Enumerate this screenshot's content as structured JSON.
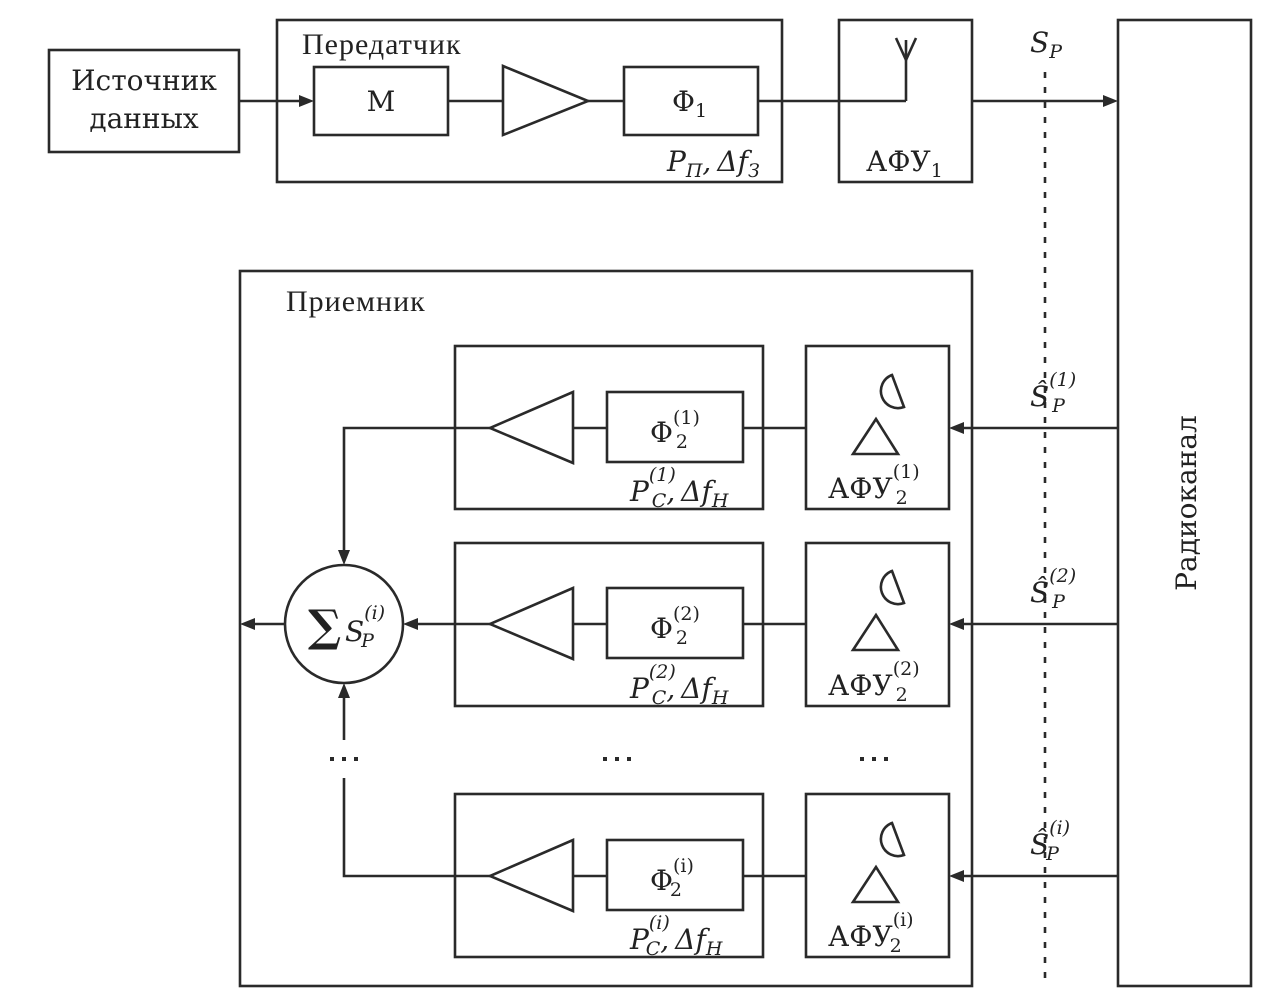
{
  "diagram": {
    "source": {
      "line1": "Источник",
      "line2": "данных"
    },
    "transmitter": {
      "title": "Передатчик",
      "modulator": "М",
      "filter": {
        "base": "Φ",
        "sub": "1"
      },
      "params": {
        "p": "P",
        "p_sub": "П",
        "sep": ",",
        "df": "Δf",
        "df_sub": "З"
      }
    },
    "afu1": {
      "base": "АФУ",
      "sub": "1"
    },
    "signal_label": {
      "base": "S",
      "sub": "Р"
    },
    "channel": "Радиоканал",
    "receiver": {
      "title": "Приемник",
      "branches": [
        {
          "index": "(1)",
          "filter_base": "Φ",
          "filter_sub": "2",
          "p": "P",
          "p_sub": "С",
          "df": "Δf",
          "df_sub": "Н",
          "afu_base": "АФУ",
          "afu_sub": "2",
          "signal_base": "Ŝ",
          "signal_sub": "Р"
        },
        {
          "index": "(2)",
          "filter_base": "Φ",
          "filter_sub": "2",
          "p": "P",
          "p_sub": "С",
          "df": "Δf",
          "df_sub": "Н",
          "afu_base": "АФУ",
          "afu_sub": "2",
          "signal_base": "Ŝ",
          "signal_sub": "Р"
        },
        {
          "index": "(i)",
          "filter_base": "Φ",
          "filter_sub": "2",
          "p": "P",
          "p_sub": "С",
          "df": "Δf",
          "df_sub": "Н",
          "afu_base": "АФУ",
          "afu_sub": "2",
          "signal_base": "Ŝ",
          "signal_sub": "Р"
        }
      ],
      "summator": {
        "sigma": "∑",
        "base": "S",
        "sub": "Р",
        "sup": "(i)"
      },
      "ellipsis": "…"
    }
  }
}
